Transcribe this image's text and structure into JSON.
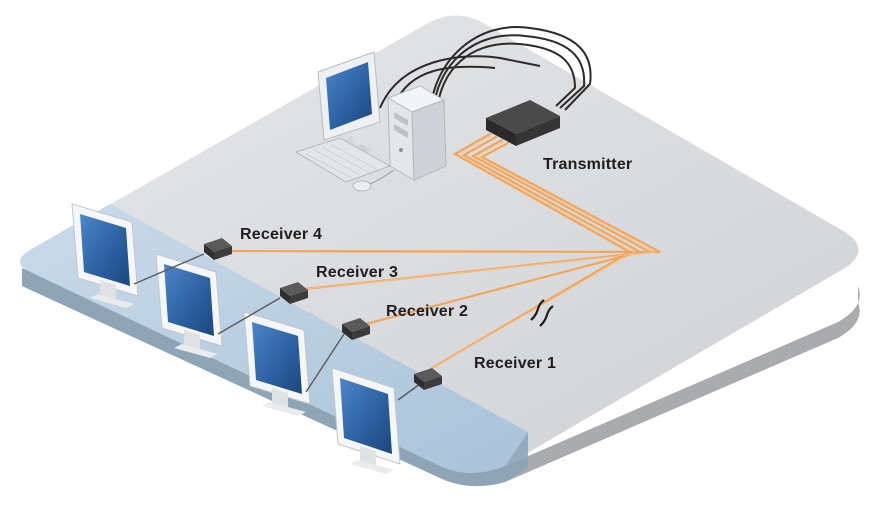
{
  "labels": {
    "transmitter": "Transmitter",
    "receiver_4": "Receiver 4",
    "receiver_3": "Receiver 3",
    "receiver_2": "Receiver 2",
    "receiver_1": "Receiver 1"
  },
  "colors": {
    "platform_top": "#d9dadc",
    "platform_side": "#a9abae",
    "blue_zone": "#b8cfe2",
    "blue_zone_side": "#8aa3b8",
    "fiber": "#f2a65a",
    "cable": "#2b2b2b",
    "screen": "#2f63a8",
    "monitor_shell": "#f4f4f4",
    "device_body": "#3a3a3a"
  },
  "icons": {
    "computer": "desktop-computer-icon",
    "transmitter": "transmitter-box-icon",
    "receiver": "receiver-box-icon",
    "monitor": "monitor-icon",
    "cable_break": "cable-break-icon"
  }
}
